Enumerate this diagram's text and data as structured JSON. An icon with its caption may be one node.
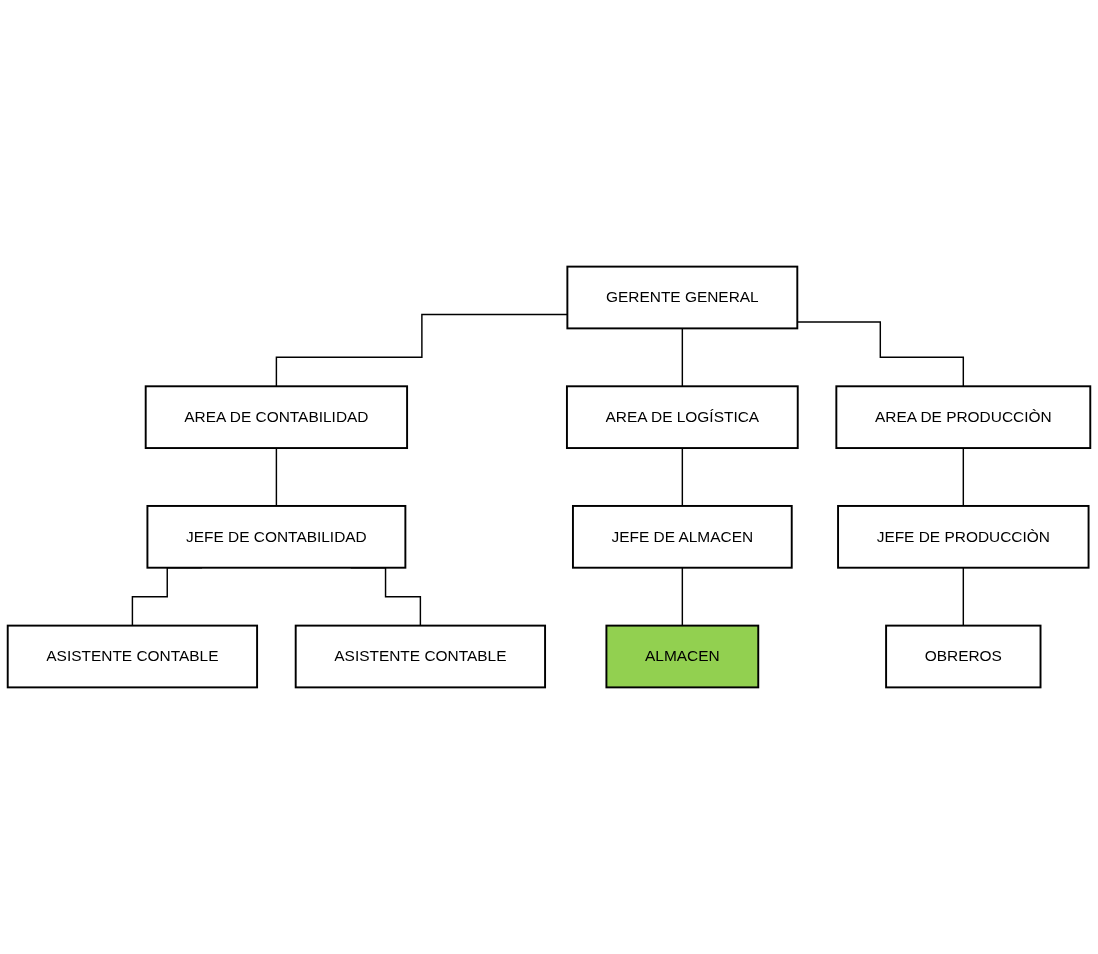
{
  "diagram": {
    "nodes": [
      {
        "text": [
          "GERENTE GENERAL"
        ]
      },
      {
        "text": [
          "AREA DE CONTABILIDAD"
        ]
      },
      {
        "text": [
          "AREA DE LOGÍSTICA"
        ]
      },
      {
        "text": [
          "AREA DE PRODUCCIÒN"
        ]
      },
      {
        "text": [
          "JEFE DE CONTABILIDAD"
        ]
      },
      {
        "text": [
          "JEFE DE ALMACEN"
        ]
      },
      {
        "text": [
          "JEFE DE PRODUCCIÒN"
        ]
      },
      {
        "text": [
          "ASISTENTE CONTABLE"
        ]
      },
      {
        "text": [
          "ASISTENTE CONTABLE"
        ]
      },
      {
        "text": [
          "ALMACEN"
        ]
      },
      {
        "text": [
          "OBREROS"
        ]
      }
    ],
    "edges": [
      {
        "from": 0,
        "to": 1,
        "arrow": "none"
      },
      {
        "from": 0,
        "to": 2,
        "arrow": "none"
      },
      {
        "from": 0,
        "to": 3,
        "arrow": "none"
      },
      {
        "from": 1,
        "to": 4,
        "arrow": "none"
      },
      {
        "from": 2,
        "to": 5,
        "arrow": "none"
      },
      {
        "from": 3,
        "to": 6,
        "arrow": "none"
      },
      {
        "from": 4,
        "to": 7,
        "arrow": "none"
      },
      {
        "from": 4,
        "to": 8,
        "arrow": "none"
      },
      {
        "from": 5,
        "to": 9,
        "arrow": "none"
      },
      {
        "from": 6,
        "to": 10,
        "arrow": "none"
      }
    ]
  }
}
